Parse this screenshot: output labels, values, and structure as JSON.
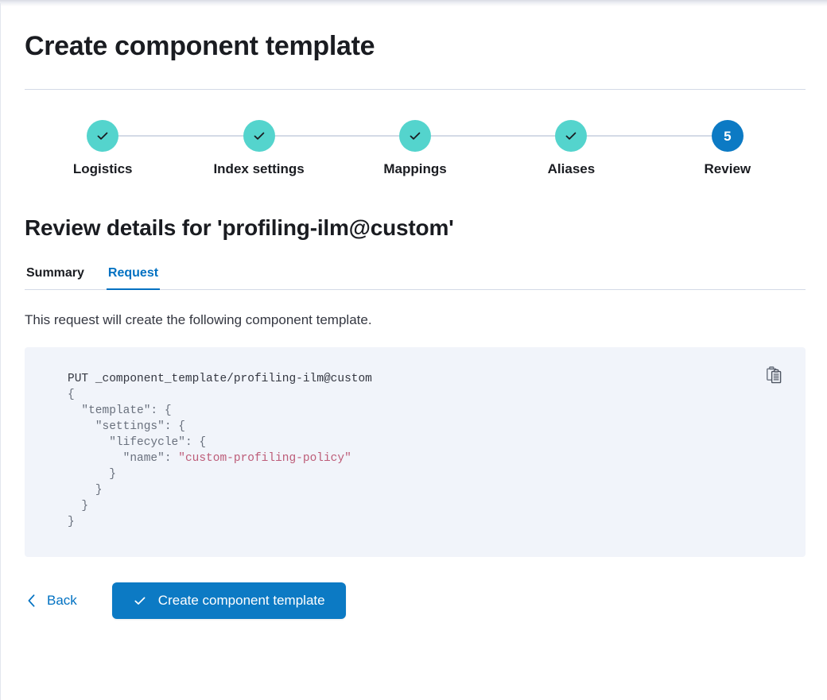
{
  "page": {
    "title": "Create component template"
  },
  "stepper": {
    "steps": [
      {
        "label": "Logistics",
        "state": "complete",
        "indicator": "check-icon"
      },
      {
        "label": "Index settings",
        "state": "complete",
        "indicator": "check-icon"
      },
      {
        "label": "Mappings",
        "state": "complete",
        "indicator": "check-icon"
      },
      {
        "label": "Aliases",
        "state": "complete",
        "indicator": "check-icon"
      },
      {
        "label": "Review",
        "state": "current",
        "indicator": "5"
      }
    ],
    "complete_color": "#54d4cd",
    "current_color": "#0c7ac4",
    "connector_color": "#d3dae6"
  },
  "review": {
    "heading": "Review details for 'profiling-ilm@custom'",
    "tabs": [
      {
        "label": "Summary",
        "active": false
      },
      {
        "label": "Request",
        "active": true
      }
    ],
    "active_tab_color": "#0071c2",
    "description": "This request will create the following component template."
  },
  "request": {
    "method": "PUT",
    "path": "_component_template/profiling-ilm@custom",
    "body_lines": [
      "{",
      "  \"template\": {",
      "    \"settings\": {",
      "      \"lifecycle\": {",
      "        \"name\": \"custom-profiling-policy\"",
      "      }",
      "    }",
      "  }",
      "}"
    ],
    "lifecycle_policy_name": "custom-profiling-policy",
    "string_color": "#bd5c78",
    "background_color": "#f1f4fa",
    "copy_icon": "copy-clipboard-icon"
  },
  "actions": {
    "back_label": "Back",
    "back_icon": "chevron-left-icon",
    "submit_label": "Create component template",
    "submit_icon": "check-icon",
    "submit_color": "#0c7ac4"
  }
}
